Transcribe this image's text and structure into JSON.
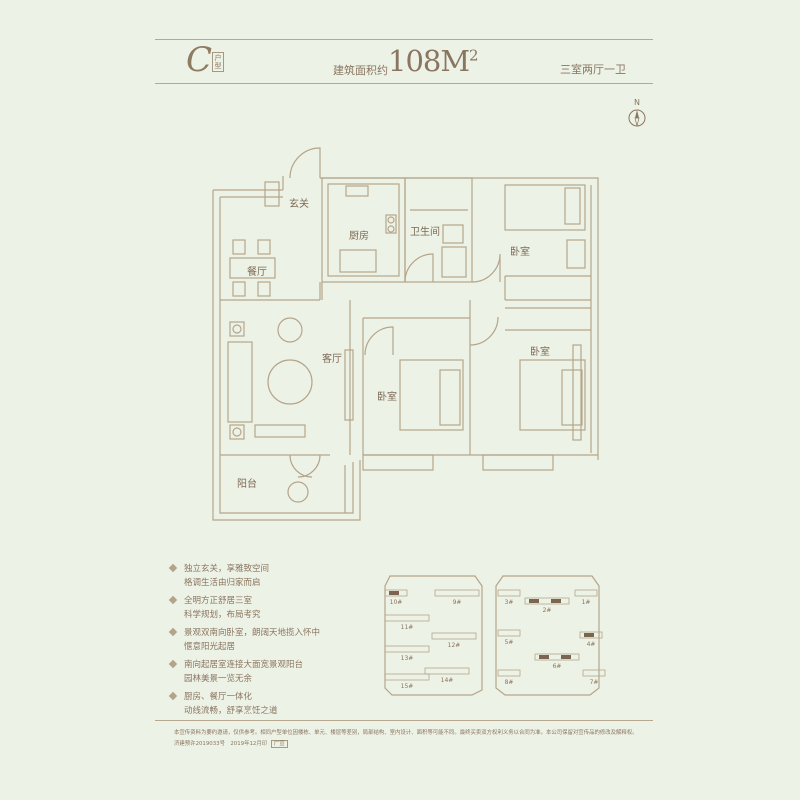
{
  "header": {
    "unit_letter": "C",
    "unit_tag": "户型",
    "area_label": "建筑面积约",
    "area_value": "108M",
    "area_unit_sup": "2",
    "layout_type": "三室两厅一卫"
  },
  "compass": {
    "label": "N"
  },
  "rooms": {
    "entry": "玄关",
    "kitchen": "厨房",
    "bathroom": "卫生间",
    "bedroom_ne": "卧室",
    "dining": "餐厅",
    "living": "客厅",
    "bedroom_se": "卧室",
    "bedroom_s": "卧室",
    "balcony": "阳台"
  },
  "features": [
    {
      "line1": "独立玄关，享雅致空间",
      "line2": "格调生活由归家而启"
    },
    {
      "line1": "全明方正舒居三室",
      "line2": "科学规划，布局考究"
    },
    {
      "line1": "景观双南向卧室，朗阔天地揽入怀中",
      "line2": "惬意阳光起居"
    },
    {
      "line1": "南向起居室连接大面宽景观阳台",
      "line2": "园林美景一览无余"
    },
    {
      "line1": "厨房、餐厅一体化",
      "line2": "动线流畅，舒享烹饪之道"
    }
  ],
  "site_plan": {
    "left_buildings": [
      "10#",
      "9#",
      "11#",
      "12#",
      "13#",
      "15#",
      "14#"
    ],
    "right_buildings": [
      "3#",
      "2#",
      "1#",
      "5#",
      "4#",
      "6#",
      "8#",
      "7#"
    ]
  },
  "footer": {
    "disclaimer": "本宣传资料为要约邀请，仅供参考。相同户型单位因楼栋、单元、楼层等差别，局部结构、室内设计、面积等可能不同。最终买卖双方权利义务以合同为准。本公司保留对宣传品的修改及解释权。",
    "permit": "济建预许2019033号　2019年12月印",
    "tag": "广宣"
  },
  "colors": {
    "background": "#edf2e6",
    "line": "#b7a88f",
    "text": "#8a7560",
    "highlight": "#7a6650"
  }
}
